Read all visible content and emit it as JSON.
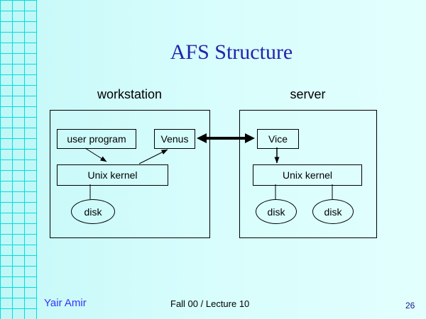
{
  "slide": {
    "title": "AFS Structure",
    "footer": {
      "author": "Yair Amir",
      "lecture": "Fall 00 / Lecture 10",
      "page_number": "26"
    }
  },
  "diagram": {
    "workstation": {
      "label": "workstation",
      "nodes": {
        "user_program": "user program",
        "venus": "Venus",
        "unix_kernel": "Unix kernel",
        "disk": "disk"
      }
    },
    "server": {
      "label": "server",
      "nodes": {
        "vice": "Vice",
        "unix_kernel": "Unix kernel",
        "disk1": "disk",
        "disk2": "disk"
      }
    },
    "connections": [
      "user program -> Unix kernel",
      "Unix kernel -> Venus",
      "Unix kernel - disk",
      "Venus <-> Vice",
      "Vice -> Unix kernel",
      "Unix kernel - disk1",
      "Unix kernel - disk2"
    ]
  },
  "colors": {
    "title_text": "#2323ad",
    "author_text": "#3333ff",
    "page_number_text": "#16168c",
    "background": "#d6fdfc",
    "grid_line": "#00dede",
    "diagram_stroke": "#000000"
  }
}
